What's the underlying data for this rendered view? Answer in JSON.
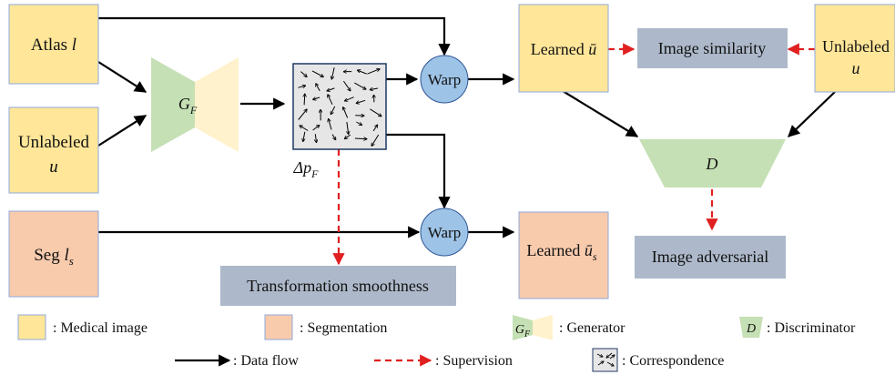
{
  "colors": {
    "medical_image": "#FFE699",
    "segmentation": "#F8CBAD",
    "gray_box": "#ADB9CA",
    "warp": "#9DC3E6",
    "generator_left": "#C5E0B4",
    "generator_right": "#FFF2CC",
    "discriminator": "#C5E0B4",
    "data_flow": "#000000",
    "supervision": "#E02020"
  },
  "nodes": {
    "atlas": {
      "label": "Atlas ",
      "symbol": "l"
    },
    "unlabeled_left": {
      "line1": "Unlabeled",
      "symbol": "u"
    },
    "seg": {
      "label": "Seg ",
      "symbol": "l",
      "sub": "s"
    },
    "generator": {
      "symbol": "G",
      "sub": "F"
    },
    "deformation": {
      "symbol": "Δp",
      "sub": "F"
    },
    "warp_top": {
      "label": "Warp"
    },
    "warp_bottom": {
      "label": "Warp"
    },
    "learned_u": {
      "label": "Learned ",
      "symbol": "ū"
    },
    "learned_us": {
      "label": "Learned ",
      "symbol": "ū",
      "sub": "s"
    },
    "unlabeled_right": {
      "line1": "Unlabeled",
      "symbol": "u"
    },
    "image_similarity": {
      "label": "Image similarity"
    },
    "discriminator": {
      "symbol": "D"
    },
    "image_adversarial": {
      "label": "Image adversarial"
    },
    "transformation_smoothness": {
      "label": "Transformation smoothness"
    }
  },
  "legend": {
    "medical_image": ": Medical image",
    "segmentation": ": Segmentation",
    "generator": ": Generator",
    "generator_symbol": "G",
    "generator_sub": "F",
    "discriminator": ": Discriminator",
    "discriminator_symbol": "D",
    "data_flow": ": Data flow",
    "supervision": ": Supervision",
    "correspondence": ": Correspondence"
  }
}
